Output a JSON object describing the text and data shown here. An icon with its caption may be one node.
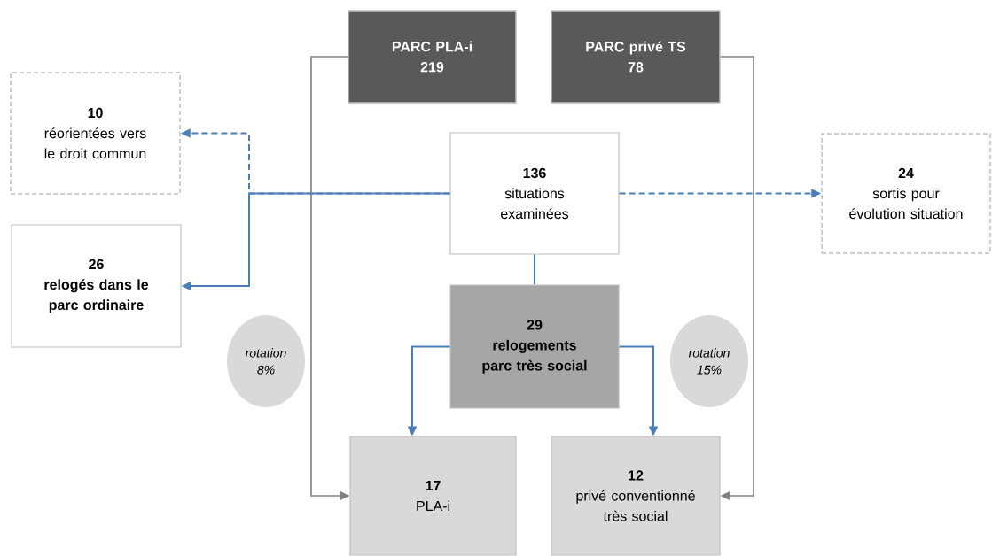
{
  "diagram": {
    "nodes": [
      {
        "text": [
          "PARC PLA-i",
          "219"
        ]
      },
      {
        "text": [
          "PARC privé TS",
          "78"
        ]
      },
      {
        "text": [
          "10",
          "réorientées vers le droit commun"
        ]
      },
      {
        "text": [
          "136",
          "situations examinées"
        ]
      },
      {
        "text": [
          "24",
          "sortis pour évolution situation"
        ]
      },
      {
        "text": [
          "26",
          "relogés dans le parc ordinaire"
        ]
      },
      {
        "text": [
          "29",
          "relogements parc très social"
        ]
      },
      {
        "text": [
          "rotation 8%"
        ]
      },
      {
        "text": [
          "rotation 15%"
        ]
      },
      {
        "text": [
          "17",
          "PLA-i"
        ]
      },
      {
        "text": [
          "12",
          "privé conventionné très social"
        ]
      }
    ],
    "edges": [
      {
        "from": 3,
        "to": 2,
        "arrow": "to",
        "style": "dashed"
      },
      {
        "from": 3,
        "to": 4,
        "arrow": "to",
        "style": "dashed"
      },
      {
        "from": 3,
        "to": 5,
        "arrow": "to"
      },
      {
        "from": 3,
        "to": 6,
        "arrow": "none"
      },
      {
        "from": 6,
        "to": 9,
        "arrow": "to"
      },
      {
        "from": 6,
        "to": 10,
        "arrow": "to"
      },
      {
        "from": 0,
        "to": 9,
        "arrow": "to",
        "color": "#808080"
      },
      {
        "from": 1,
        "to": 10,
        "arrow": "to",
        "color": "#808080"
      }
    ]
  }
}
